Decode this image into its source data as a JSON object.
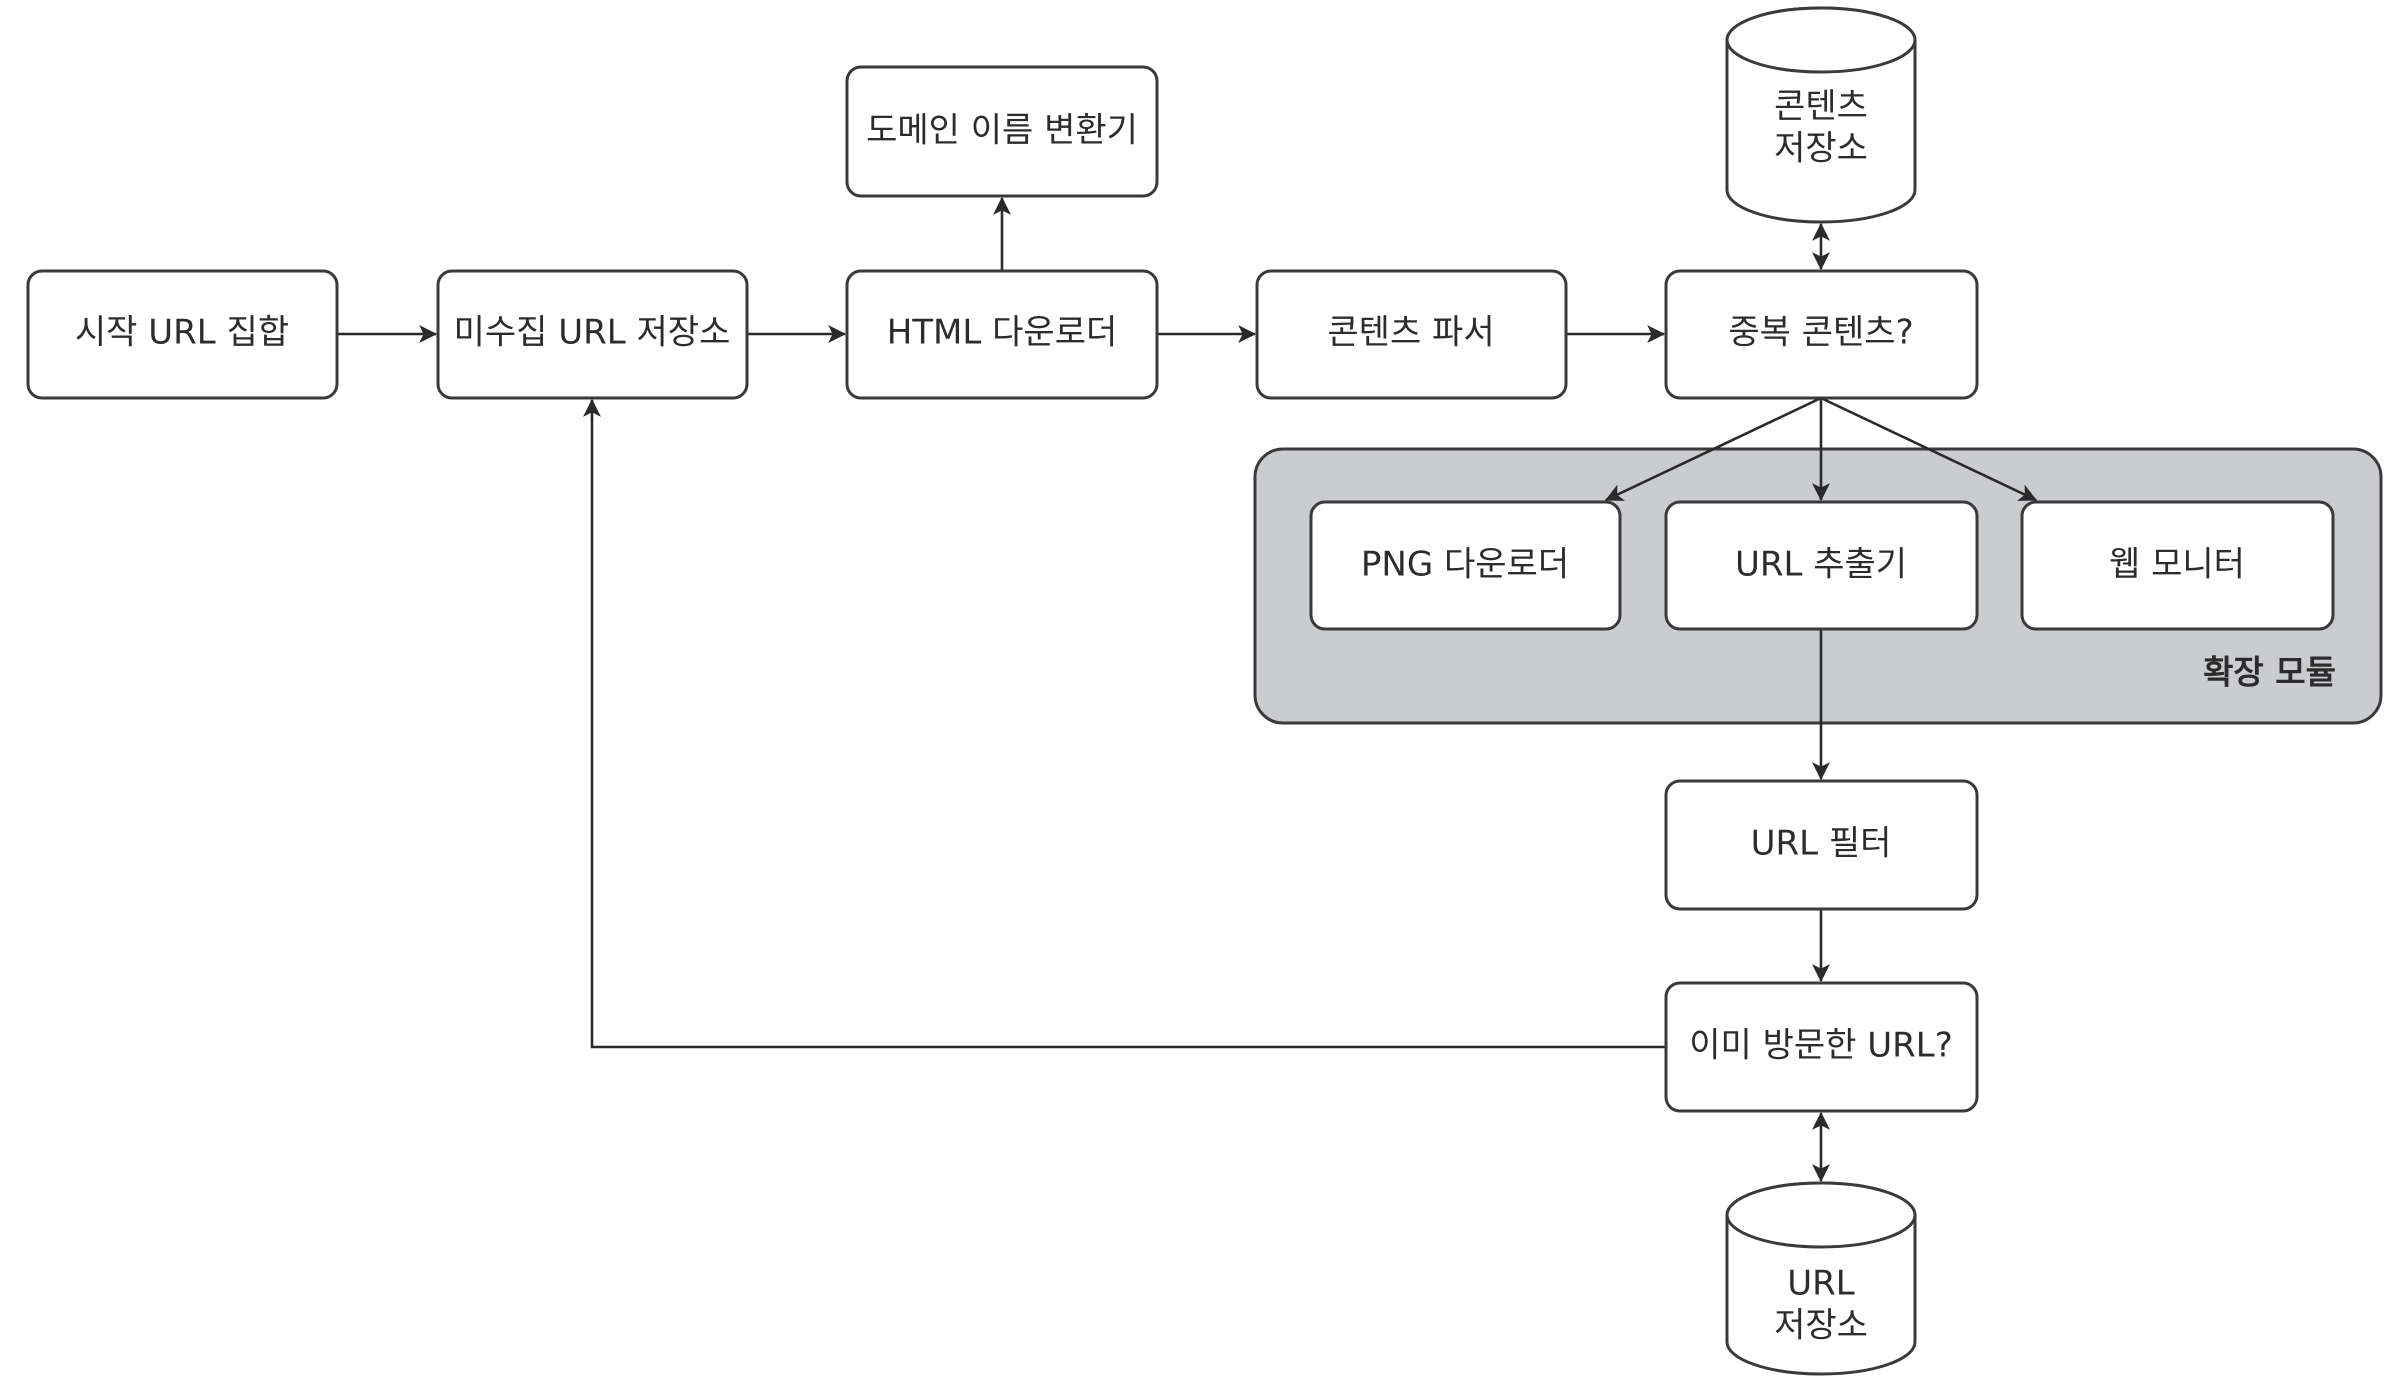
{
  "diagram": {
    "title": "Web crawler design",
    "nodes": {
      "seed_urls": "시작 URL 집합",
      "url_frontier": "미수집 URL 저장소",
      "html_downloader": "HTML 다운로더",
      "dns_resolver": "도메인 이름 변환기",
      "content_parser": "콘텐츠 파서",
      "content_seen": "중복 콘텐츠?",
      "content_storage_line1": "콘텐츠",
      "content_storage_line2": "저장소",
      "png_downloader": "PNG 다운로더",
      "url_extractor": "URL 추출기",
      "web_monitor": "웹 모니터",
      "extension_module": "확장 모듈",
      "url_filter": "URL 필터",
      "url_seen": "이미 방문한 URL?",
      "url_storage_line1": "URL",
      "url_storage_line2": "저장소"
    },
    "edges": [
      {
        "from": "seed_urls",
        "to": "url_frontier"
      },
      {
        "from": "url_frontier",
        "to": "html_downloader"
      },
      {
        "from": "html_downloader",
        "to": "dns_resolver"
      },
      {
        "from": "html_downloader",
        "to": "content_parser"
      },
      {
        "from": "content_parser",
        "to": "content_seen"
      },
      {
        "from": "content_seen",
        "to": "content_storage",
        "bidirectional": true
      },
      {
        "from": "content_seen",
        "to": "png_downloader"
      },
      {
        "from": "content_seen",
        "to": "url_extractor"
      },
      {
        "from": "content_seen",
        "to": "web_monitor"
      },
      {
        "from": "url_extractor",
        "to": "url_filter"
      },
      {
        "from": "url_filter",
        "to": "url_seen"
      },
      {
        "from": "url_seen",
        "to": "url_storage",
        "bidirectional": true
      },
      {
        "from": "url_seen",
        "to": "url_frontier"
      }
    ]
  }
}
